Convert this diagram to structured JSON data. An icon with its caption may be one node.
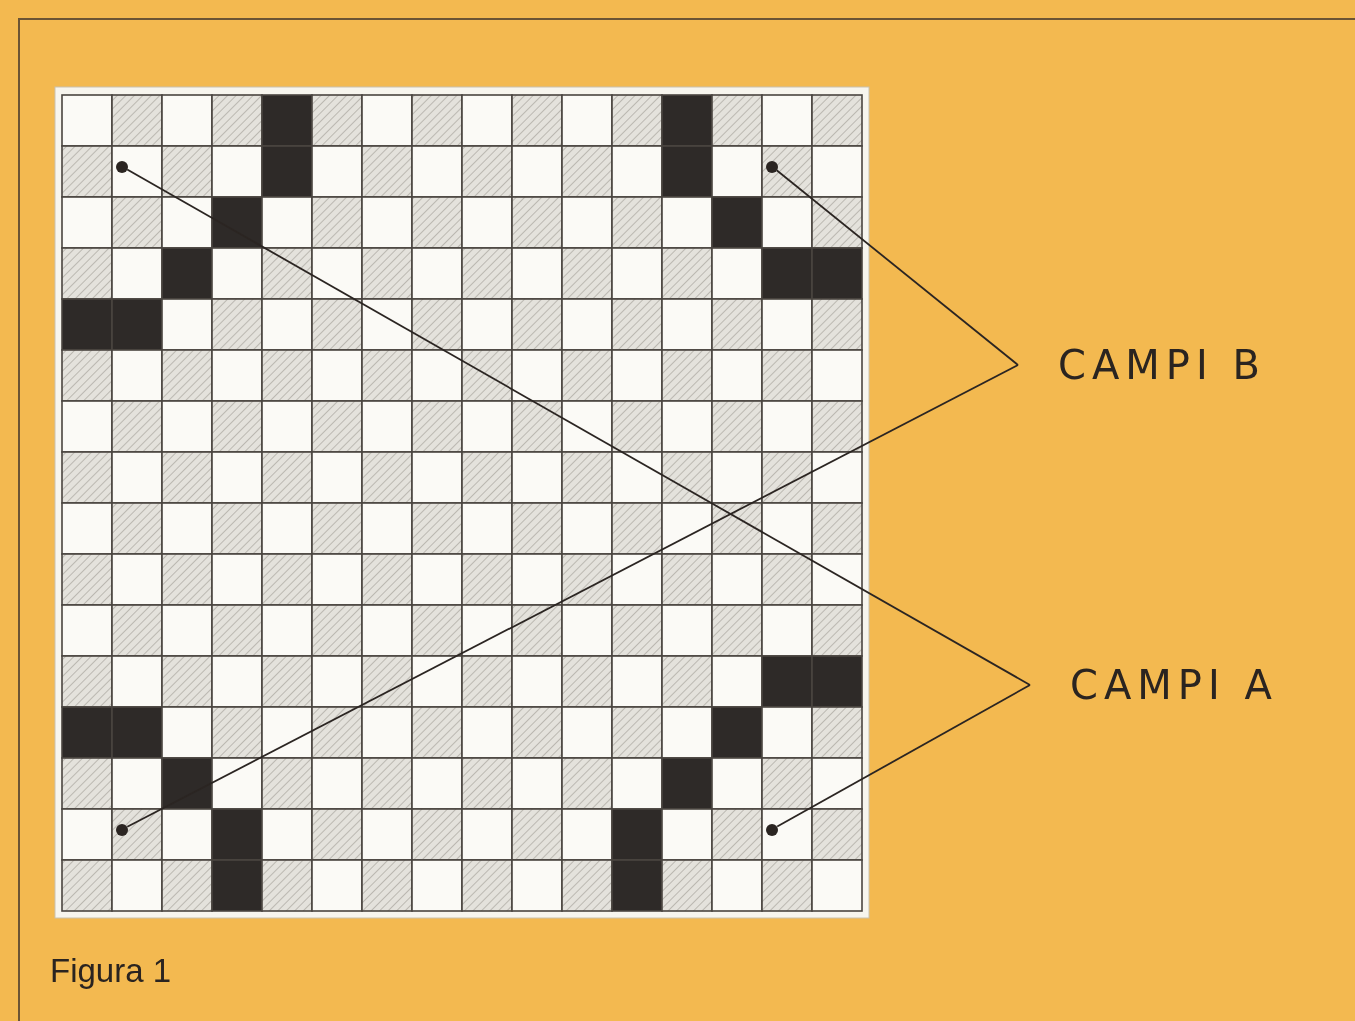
{
  "diagram": {
    "caption": "Figura 1",
    "nodes": [
      {
        "text": [
          "CAMPI B"
        ]
      },
      {
        "text": [
          "CAMPI A"
        ]
      },
      {
        "text": [],
        "shape": "circle"
      },
      {
        "text": [],
        "shape": "circle"
      },
      {
        "text": [],
        "shape": "circle"
      },
      {
        "text": [],
        "shape": "circle"
      }
    ],
    "edges": [
      {
        "from": 0,
        "to": 3,
        "arrow": "none"
      },
      {
        "from": 0,
        "to": 4,
        "arrow": "none"
      },
      {
        "from": 1,
        "to": 2,
        "arrow": "none"
      },
      {
        "from": 1,
        "to": 5,
        "arrow": "none"
      }
    ]
  }
}
